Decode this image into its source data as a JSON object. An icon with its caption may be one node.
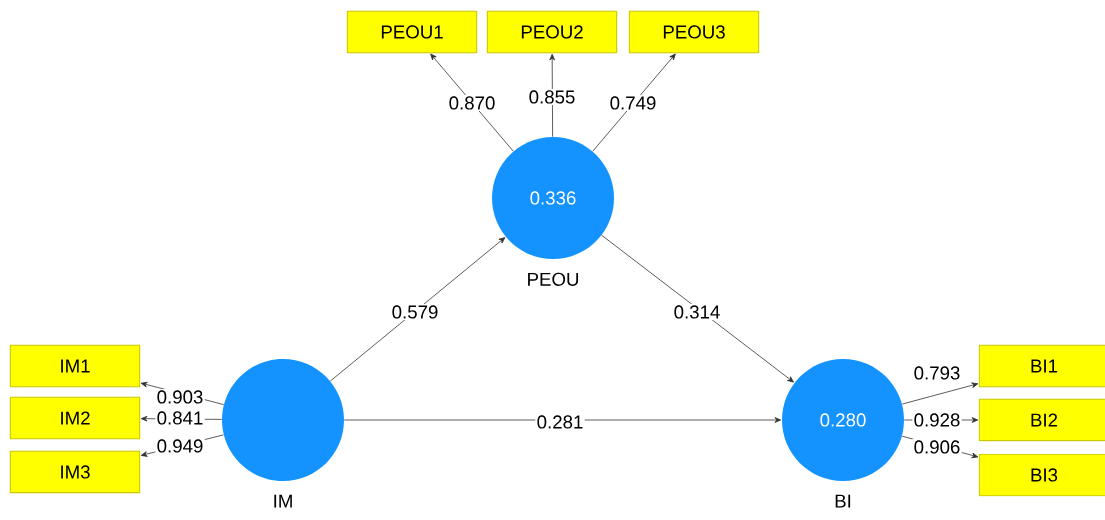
{
  "diagram": {
    "nodes": [
      {
        "text": [
          "PEOU1"
        ]
      },
      {
        "text": [
          "PEOU2"
        ]
      },
      {
        "text": [
          "PEOU3"
        ]
      },
      {
        "text": [
          "0.336"
        ],
        "beside": [
          "PEOU"
        ]
      },
      {
        "text": [
          "IM1"
        ]
      },
      {
        "text": [
          "IM2"
        ]
      },
      {
        "text": [
          "IM3"
        ]
      },
      {
        "text": [],
        "shape": "circle",
        "beside": [
          "IM"
        ]
      },
      {
        "text": [
          "0.280"
        ],
        "beside": [
          "BI"
        ]
      },
      {
        "text": [
          "BI1"
        ]
      },
      {
        "text": [
          "BI2"
        ]
      },
      {
        "text": [
          "BI3"
        ]
      }
    ],
    "edges": [
      {
        "from": 3,
        "to": 0,
        "arrow": "to",
        "label": "0.870"
      },
      {
        "from": 3,
        "to": 1,
        "arrow": "to",
        "label": "0.855"
      },
      {
        "from": 3,
        "to": 2,
        "arrow": "to",
        "label": "0.749"
      },
      {
        "from": 7,
        "to": 3,
        "arrow": "to",
        "label": "0.579"
      },
      {
        "from": 3,
        "to": 8,
        "arrow": "to",
        "label": "0.314"
      },
      {
        "from": 7,
        "to": 8,
        "arrow": "to",
        "label": "0.281"
      },
      {
        "from": 7,
        "to": 4,
        "arrow": "to",
        "label": "0.903"
      },
      {
        "from": 7,
        "to": 5,
        "arrow": "to",
        "label": "0.841"
      },
      {
        "from": 7,
        "to": 6,
        "arrow": "to",
        "label": "0.949"
      },
      {
        "from": 8,
        "to": 9,
        "arrow": "to",
        "label": "0.793"
      },
      {
        "from": 8,
        "to": 10,
        "arrow": "to",
        "label": "0.928"
      },
      {
        "from": 8,
        "to": 11,
        "arrow": "to",
        "label": "0.906"
      }
    ]
  }
}
